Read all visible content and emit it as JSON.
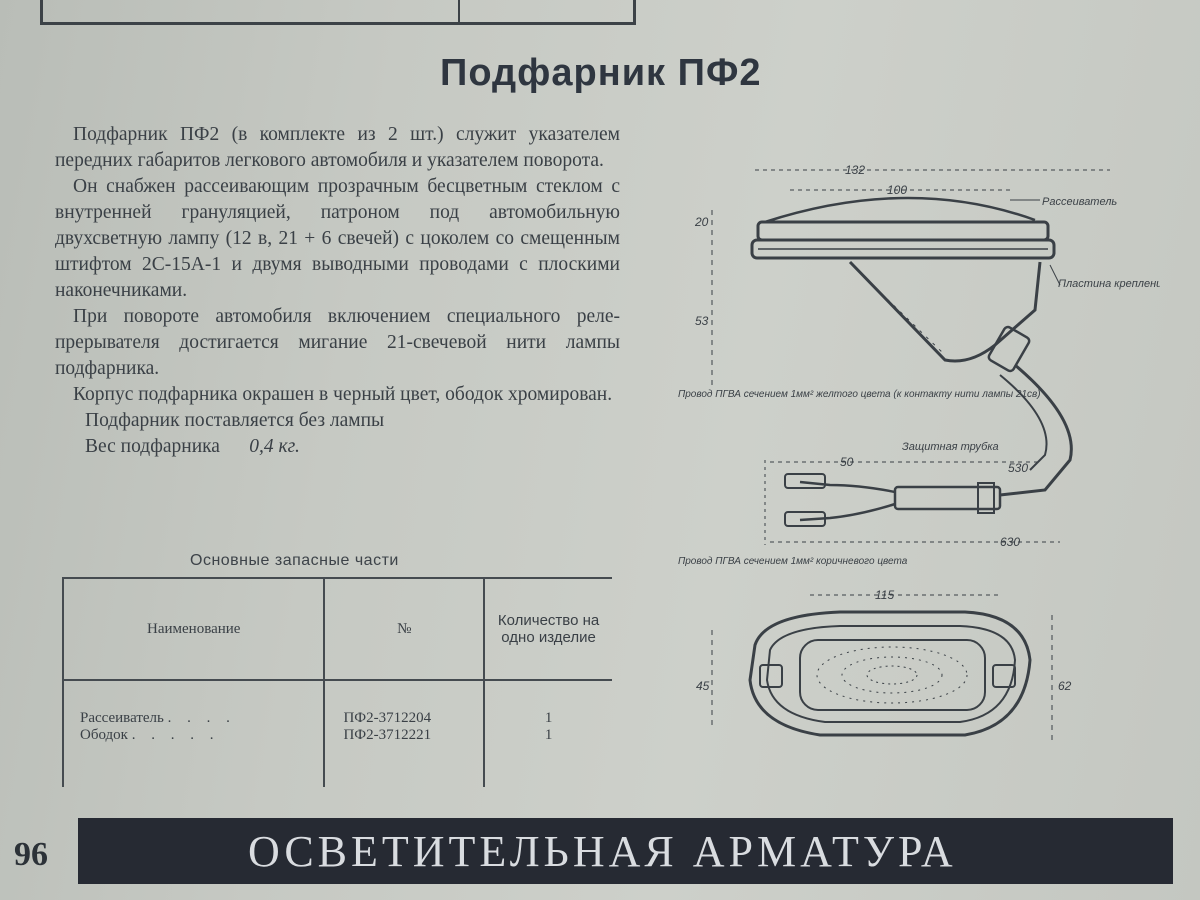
{
  "title": "Подфарник ПФ2",
  "paragraphs": [
    "Подфарник ПФ2 (в комплекте из 2 шт.) служит указателем передних габаритов легкового автомобиля и указателем поворота.",
    "Он снабжен рассеивающим прозрачным бесцветным стеклом с внутренней грануляцией, патроном под автомобильную двухсветную лампу (12 в, 21 + 6 свечей) с цоколем со смещенным штифтом 2С-15А-1 и двумя выводными проводами с плоскими наконечниками.",
    "При повороте автомобиля включением специального реле-прерывателя достигается мигание 21-свечевой нити лампы подфарника.",
    "Корпус подфарника окрашен в черный цвет, ободок хромирован."
  ],
  "supply_note": "Подфарник поставляется без лампы",
  "weight": {
    "label": "Вес подфарника",
    "value": "0,4 кг."
  },
  "parts": {
    "title": "Основные запасные части",
    "headers": {
      "name": "Наименование",
      "number": "№",
      "quantity": "Количество на одно изделие"
    },
    "rows": [
      {
        "name": "Рассеиватель",
        "number": "ПФ2-3712204",
        "quantity": "1"
      },
      {
        "name": "Ободок",
        "number": "ПФ2-3712221",
        "quantity": "1"
      }
    ]
  },
  "drawing": {
    "dim_132": "132",
    "dim_100": "100",
    "dim_20": "20",
    "dim_53": "53",
    "label_diffuser": "Рассеиватель",
    "label_plate": "Пластина крепления",
    "note_yellow_wire": "Провод ПГВА сечением 1мм² желтого цвета (к контакту нити лампы 21св)",
    "label_tube": "Защитная трубка",
    "dim_50": "50",
    "dim_530": "530",
    "dim_630": "630",
    "note_brown_wire": "Провод ПГВА сечением 1мм² коричневого цвета",
    "dim_115": "115",
    "dim_45": "45",
    "dim_62": "62"
  },
  "page_number": "96",
  "footer_title": "ОСВЕТИТЕЛЬНАЯ АРМАТУРА"
}
